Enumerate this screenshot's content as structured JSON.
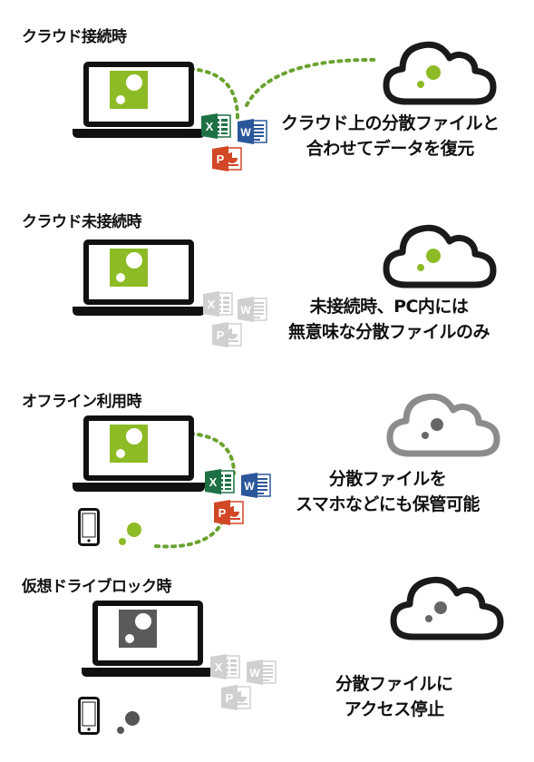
{
  "colors": {
    "accent_green": "#8dbb25",
    "dotted_line": "#6aa22f",
    "cloud_dark": "#1a1a1a",
    "cloud_gray": "#8c8c8c",
    "excel": "#1e7145",
    "word": "#2b579a",
    "powerpoint": "#d24726",
    "faded": "#d0d0d0",
    "locked_gray": "#5a5a5a"
  },
  "panels": [
    {
      "title": "クラウド接続時",
      "caption_line1": "クラウド上の分散ファイルと",
      "caption_line2": "合わせてデータを復元",
      "state": "connected",
      "icons": [
        "laptop-icon",
        "excel-icon",
        "word-icon",
        "powerpoint-icon",
        "cloud-icon"
      ]
    },
    {
      "title": "クラウド未接続時",
      "caption_line1": "未接続時、PC内には",
      "caption_line2": "無意味な分散ファイルのみ",
      "state": "disconnected",
      "icons": [
        "laptop-icon",
        "excel-icon",
        "word-icon",
        "powerpoint-icon",
        "cloud-icon"
      ]
    },
    {
      "title": "オフライン利用時",
      "caption_line1": "分散ファイルを",
      "caption_line2": "スマホなどにも保管可能",
      "state": "offline",
      "icons": [
        "laptop-icon",
        "smartphone-icon",
        "excel-icon",
        "word-icon",
        "powerpoint-icon",
        "cloud-icon"
      ]
    },
    {
      "title": "仮想ドライブロック時",
      "caption_line1": "分散ファイルに",
      "caption_line2": "アクセス停止",
      "state": "locked",
      "icons": [
        "laptop-icon",
        "smartphone-icon",
        "excel-icon",
        "word-icon",
        "powerpoint-icon",
        "cloud-icon"
      ]
    }
  ]
}
